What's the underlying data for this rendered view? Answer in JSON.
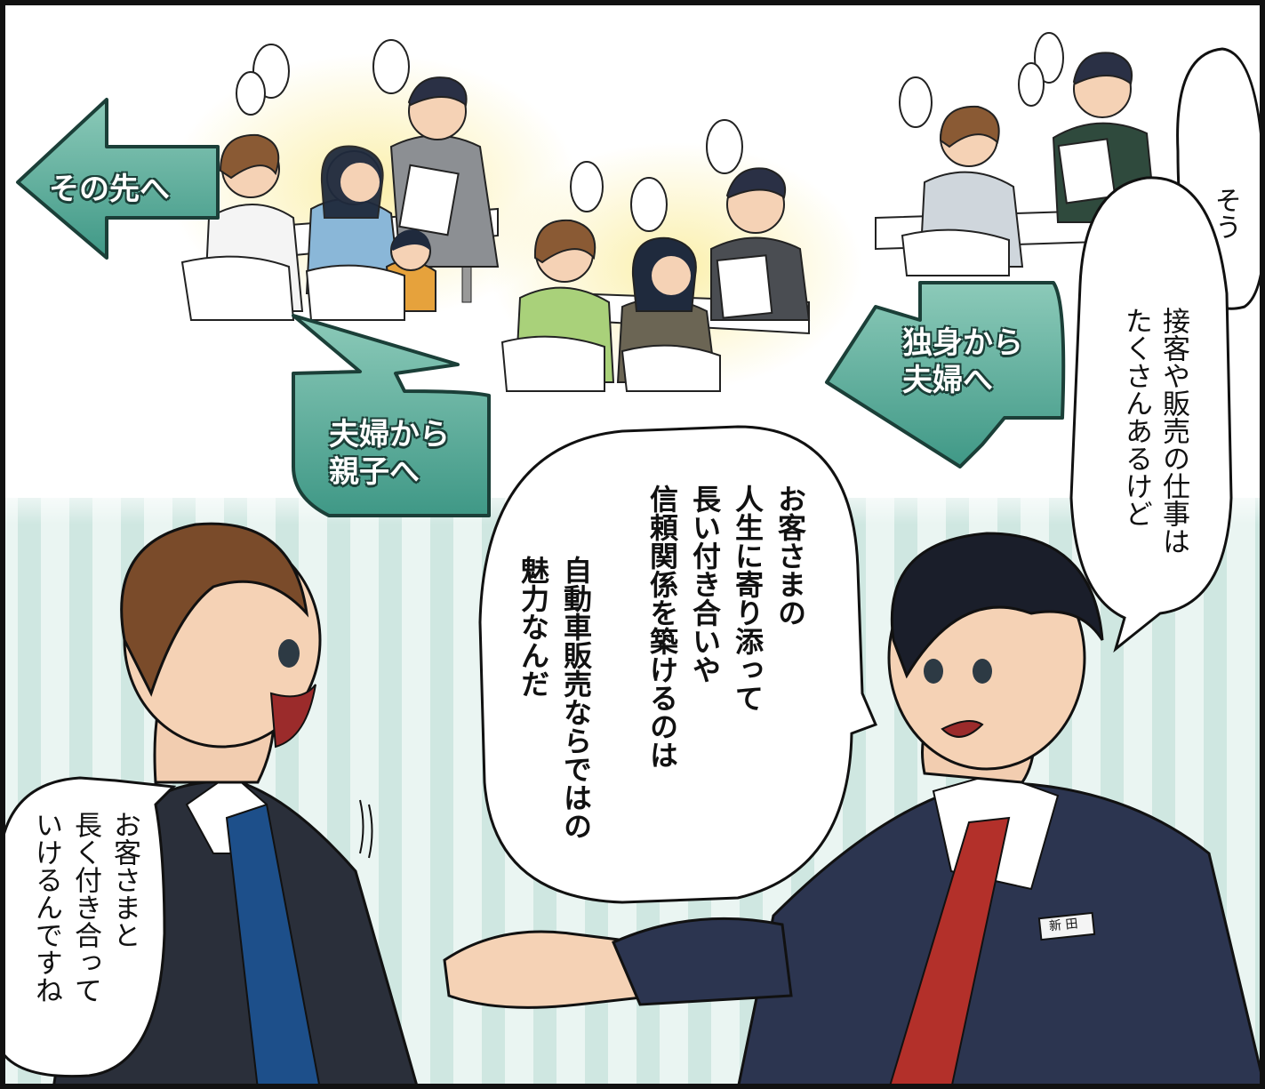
{
  "arrows": {
    "left_arrow": "その先へ",
    "middle_arrow_line1": "夫婦から",
    "middle_arrow_line2": "親子へ",
    "right_arrow_line1": "独身から",
    "right_arrow_line2": "夫婦へ"
  },
  "bubbles": {
    "top_right_short": "そう",
    "top_right_long_col1": "接客や販売の仕事は",
    "top_right_long_col2": "たくさんあるけど",
    "center_col1": "お客さまの",
    "center_col2": "人生に寄り添って",
    "center_col3": "長い付き合いや",
    "center_col4": "信頼関係を築けるのは",
    "center_col5": "自動車販売ならではの",
    "center_col6": "魅力なんだ",
    "bottom_left_col1": "お客さまと",
    "bottom_left_col2": "長く付き合って",
    "bottom_left_col3": "いけるんですね"
  },
  "nametag": "新 田",
  "colors": {
    "arrow_fill": "#62b3a2",
    "arrow_dark": "#2e7a6b",
    "stripe": "#d6ece7",
    "glow": "#fbefa8",
    "suit_dark": "#2c3550",
    "tie_red": "#b3302a",
    "tie_blue": "#1d4f8a"
  }
}
